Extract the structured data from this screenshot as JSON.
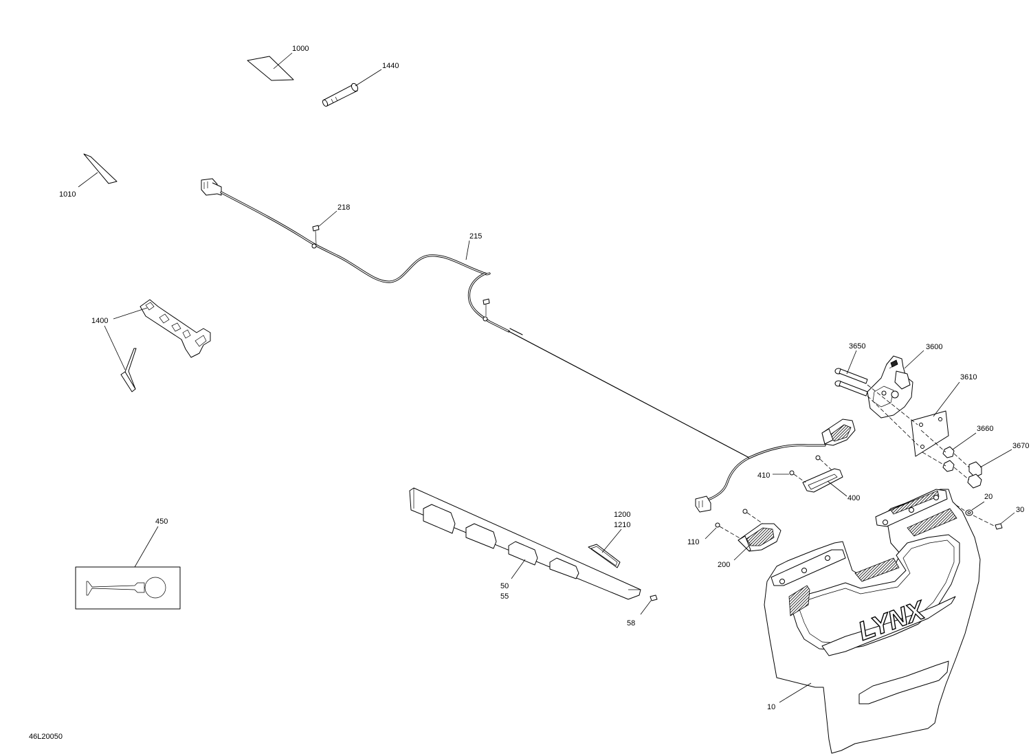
{
  "drawing_number": "46L20050",
  "brand_text": "LYNX",
  "callouts": {
    "c1000": "1000",
    "c1440": "1440",
    "c1010": "1010",
    "c218": "218",
    "c215": "215",
    "c1400": "1400",
    "c3650": "3650",
    "c3600": "3600",
    "c3610": "3610",
    "c3660": "3660",
    "c3670": "3670",
    "c410": "410",
    "c400": "400",
    "c20": "20",
    "c30": "30",
    "c1200": "1200",
    "c1210": "1210",
    "c110": "110",
    "c200": "200",
    "c450": "450",
    "c50": "50",
    "c55": "55",
    "c58": "58",
    "c10": "10"
  }
}
